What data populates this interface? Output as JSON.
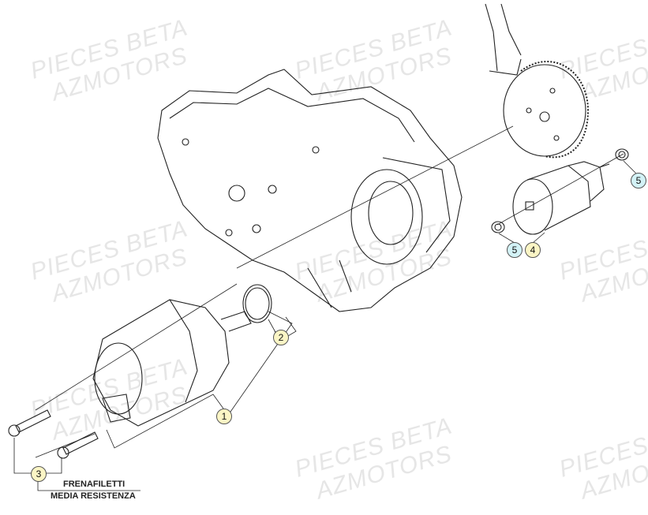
{
  "watermark": {
    "line1": "PIECES BETA",
    "line2": "AZMOTORS"
  },
  "callouts": [
    {
      "label": "1",
      "color": "#fbf5c5"
    },
    {
      "label": "2",
      "color": "#fbf5c5"
    },
    {
      "label": "3",
      "color": "#fbf5c5"
    },
    {
      "label": "4",
      "color": "#fbf5c5"
    },
    {
      "label": "5",
      "color": "#d3f2f6"
    },
    {
      "label": "5",
      "color": "#d3f2f6"
    }
  ],
  "note": {
    "line1": "FRENAFILETTI",
    "line2": "MEDIA RESISTENZA"
  }
}
